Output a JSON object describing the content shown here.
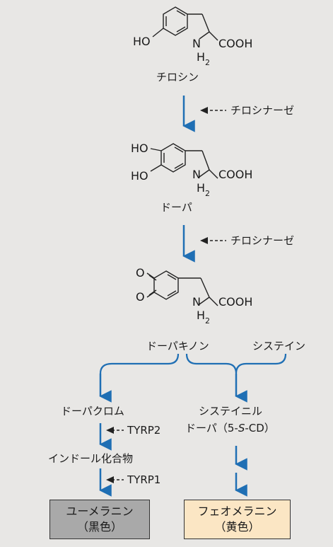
{
  "compounds": {
    "tyrosine": {
      "ho": "HO",
      "n": "N",
      "h": "H",
      "h_sub": "2",
      "cooh": "COOH",
      "name": "チロシン"
    },
    "dopa": {
      "ho1": "HO",
      "ho2": "HO",
      "n": "N",
      "h": "H",
      "h_sub": "2",
      "cooh": "COOH",
      "name": "ドーパ"
    },
    "dopaquinone": {
      "o1": "O",
      "o2": "O",
      "n": "N",
      "h": "H",
      "h_sub": "2",
      "cooh": "COOH"
    }
  },
  "enzymes": {
    "tyrosinase_1": "チロシナーゼ",
    "tyrosinase_2": "チロシナーゼ",
    "tyrp2": "TYRP2",
    "tyrp1": "TYRP1"
  },
  "labels": {
    "dopaquinone": "ドーパキノン",
    "cysteine": "システイン",
    "dopachrome": "ドーパクロム",
    "cysteinyl_line1": "システイニル",
    "cysteinyl_line2": "ドーパ（5-",
    "cysteinyl_s": "S",
    "cysteinyl_end": "-CD）",
    "indole": "インドール化合物"
  },
  "products": {
    "eumelanin": {
      "name": "ユーメラニン",
      "color": "（黒色）",
      "fill": "#a9a9a9"
    },
    "pheomelanin": {
      "name": "フェオメラニン",
      "color": "（黄色）",
      "fill": "#fbe6c4"
    }
  },
  "colors": {
    "arrow": "#1f6fb4",
    "background": "#e8e7e5"
  }
}
